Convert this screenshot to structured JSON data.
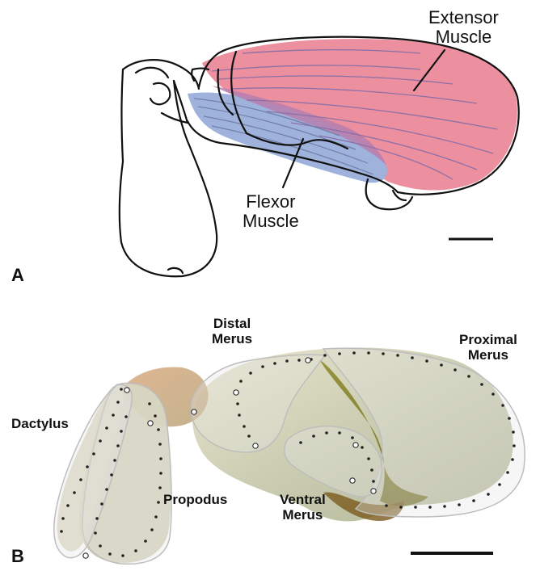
{
  "panel_a": {
    "letter": "A",
    "extensor_label": "Extensor\nMuscle",
    "flexor_label": "Flexor\nMuscle",
    "colors": {
      "extensor": "#ec8f9f",
      "flexor": "#9fb2db",
      "outline": "#111111"
    }
  },
  "panel_b": {
    "letter": "B",
    "distal_merus_label": "Distal\nMerus",
    "proximal_merus_label": "Proximal\nMerus",
    "dactylus_label": "Dactylus",
    "propodus_label": "Propodus",
    "ventral_merus_label": "Ventral\nMerus",
    "colors": {
      "tissue": "#c8cbb2",
      "muscle": "#8f8a2c",
      "overlay": "#dedede"
    }
  }
}
